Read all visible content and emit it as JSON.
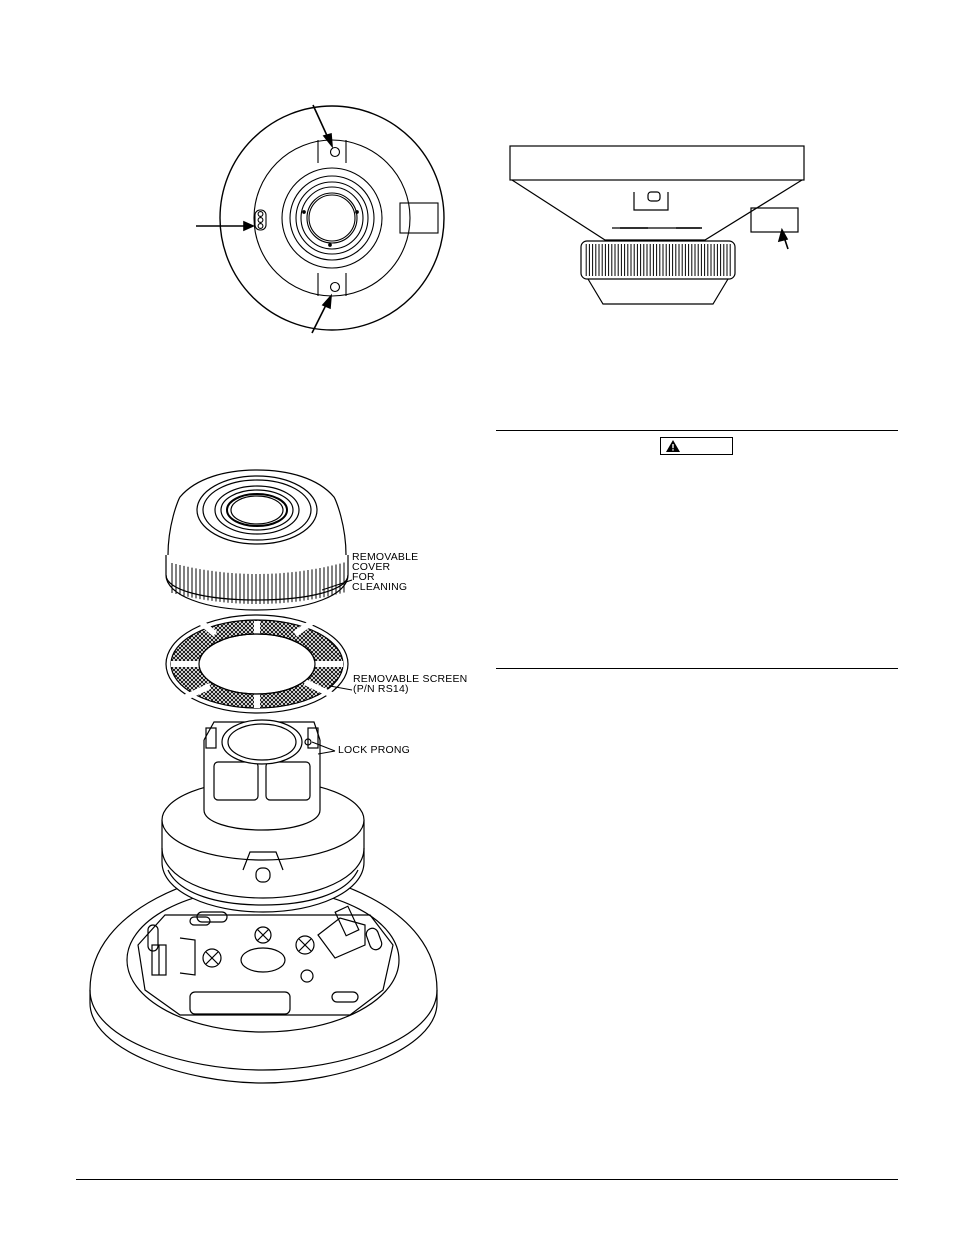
{
  "callouts": {
    "removable_cover": [
      "REMOVABLE",
      "COVER",
      "FOR",
      "CLEANING"
    ],
    "removable_screen": [
      "REMOVABLE SCREEN",
      "(P/N RS14)"
    ],
    "lock_prong": "LOCK PRONG"
  },
  "warning": {
    "icon": "warning-triangle-icon",
    "label": ""
  }
}
